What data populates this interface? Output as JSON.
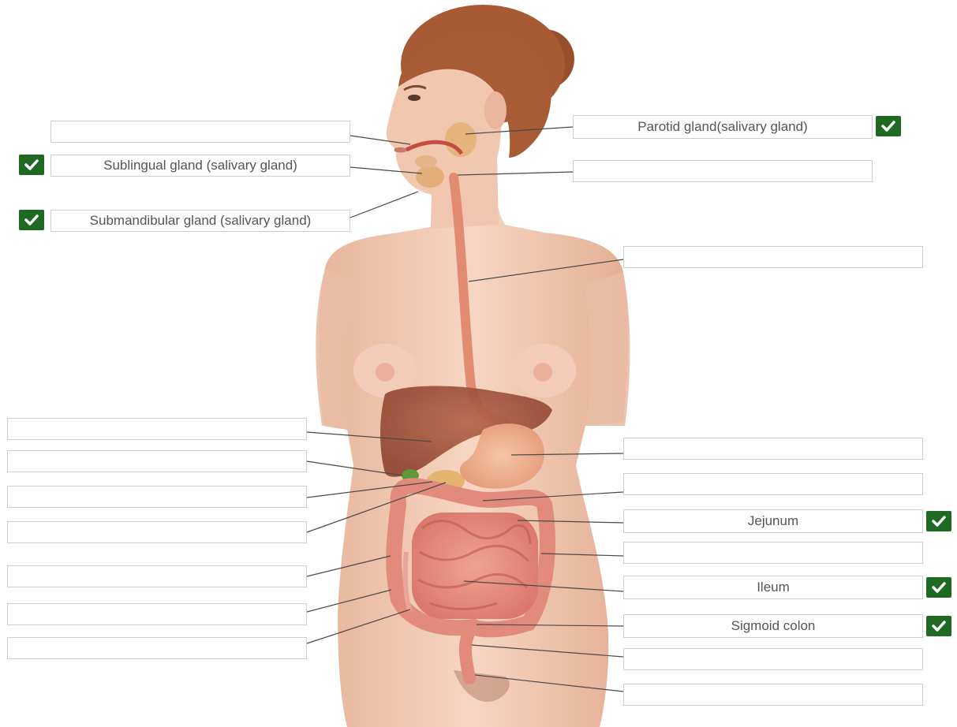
{
  "labels": {
    "top_left_blank": "",
    "sublingual": "Sublingual gland (salivary gland)",
    "submandibular": "Submandibular gland (salivary gland)",
    "parotid": "Parotid gland(salivary gland)",
    "right_blank_1": "",
    "right_blank_esophagus": "",
    "left_blank_liver": "",
    "left_blank_gallbladder": "",
    "left_blank_duodenum": "",
    "left_blank_pancreas": "",
    "left_blank_ascending": "",
    "left_blank_cecum": "",
    "left_blank_appendix": "",
    "right_blank_stomach": "",
    "right_blank_transverse": "",
    "jejunum": "Jejunum",
    "right_blank_descending": "",
    "ileum": "Ileum",
    "sigmoid": "Sigmoid colon",
    "right_blank_rectum": "",
    "right_blank_anus": ""
  },
  "status": {
    "correct_color": "#1e6a23",
    "check_icon": "checkmark-icon"
  }
}
